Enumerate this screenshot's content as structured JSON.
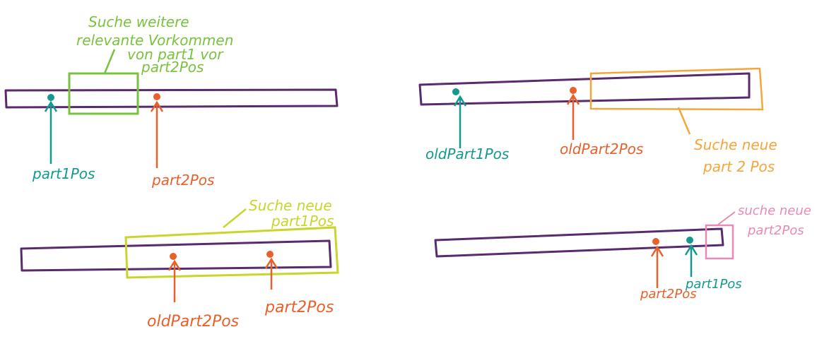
{
  "colors": {
    "bar": "#5a2a6e",
    "teal": "#13998f",
    "orange": "#e8602a",
    "green": "#79c23e",
    "amber": "#f4a63a",
    "lime": "#c9d52b",
    "pink": "#e88ab8"
  },
  "panel1": {
    "note_line1": "Suche weitere",
    "note_line2": "relevante Vorkommen",
    "note_line3": "von part1 vor",
    "note_line4": "part2Pos",
    "label_a": "part1Pos",
    "label_b": "part2Pos"
  },
  "panel2": {
    "label_a": "oldPart1Pos",
    "label_b": "oldPart2Pos",
    "note_line1": "Suche neue",
    "note_line2": "part 2 Pos"
  },
  "panel3": {
    "note_line1": "Suche neue",
    "note_line2": "part1Pos",
    "label_a": "oldPart2Pos",
    "label_b": "part2Pos"
  },
  "panel4": {
    "note_line1": "suche neue",
    "note_line2": "part2Pos",
    "label_a": "part2Pos",
    "label_b": "part1Pos"
  }
}
